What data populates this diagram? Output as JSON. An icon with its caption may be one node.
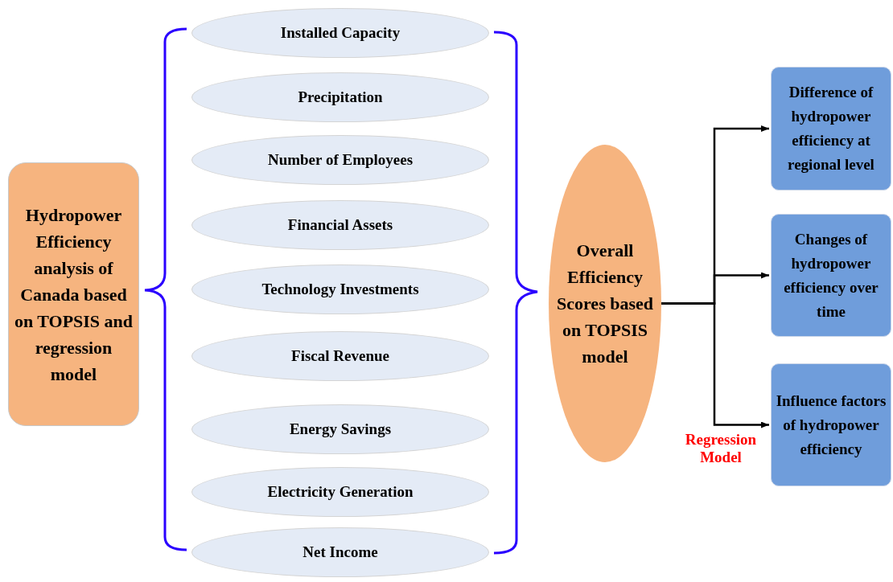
{
  "diagram": {
    "nodes": [
      {
        "text": [
          "Hydropower Efficiency analysis of Canada based on TOPSIS and regression model"
        ]
      },
      {
        "text": [
          "Installed Capacity"
        ]
      },
      {
        "text": [
          "Precipitation"
        ]
      },
      {
        "text": [
          "Number of Employees"
        ]
      },
      {
        "text": [
          "Financial Assets"
        ]
      },
      {
        "text": [
          "Technology Investments"
        ]
      },
      {
        "text": [
          "Fiscal Revenue"
        ]
      },
      {
        "text": [
          "Energy Savings"
        ]
      },
      {
        "text": [
          "Electricity Generation"
        ]
      },
      {
        "text": [
          "Net Income"
        ]
      },
      {
        "text": [
          "Overall Efficiency Scores based on TOPSIS model"
        ]
      },
      {
        "text": [
          "Difference of hydropower efficiency at regional level"
        ]
      },
      {
        "text": [
          "Changes of hydropower efficiency over time"
        ]
      },
      {
        "text": [
          "Influence factors of hydropower efficiency"
        ]
      }
    ],
    "edges": [
      {
        "from": 10,
        "to": 11,
        "arrow": "to"
      },
      {
        "from": 10,
        "to": 12,
        "arrow": "to"
      },
      {
        "from": 10,
        "to": 13,
        "arrow": "to",
        "label": "Regression Model"
      }
    ]
  }
}
